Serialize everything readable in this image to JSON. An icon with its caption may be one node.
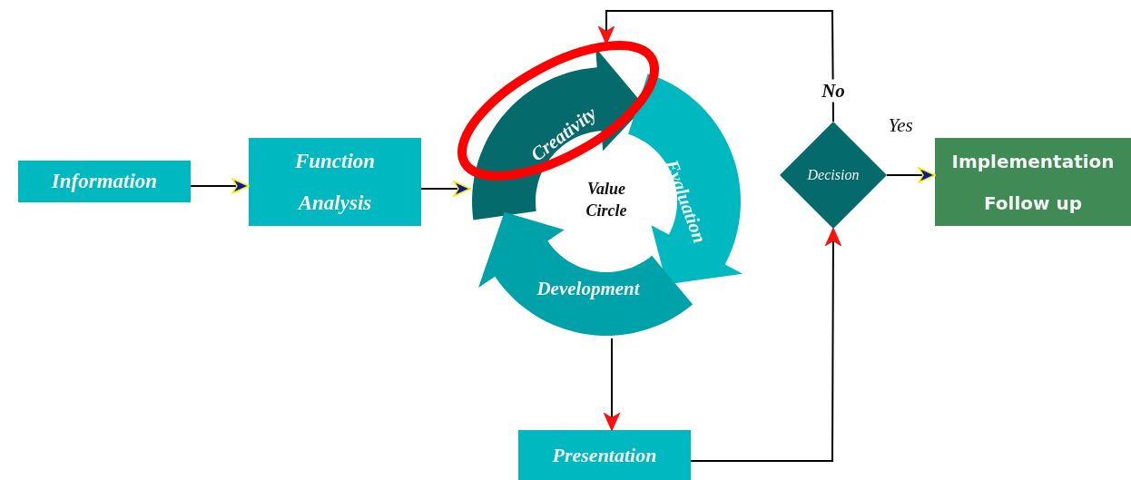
{
  "diagram": {
    "nodes": [
      {
        "text": [
          "Information"
        ]
      },
      {
        "text": [
          "Function Analysis"
        ]
      },
      {
        "text": [
          "Value Circle"
        ]
      },
      {
        "text": [
          "Creativity"
        ],
        "in": 2
      },
      {
        "text": [
          "Evaluation"
        ],
        "in": 2
      },
      {
        "text": [
          "Development"
        ],
        "in": 2
      },
      {
        "text": [
          "Decision"
        ]
      },
      {
        "text": [
          "Implementation Follow up"
        ]
      },
      {
        "text": [
          "Presentation"
        ]
      }
    ],
    "edges": [
      {
        "from": 0,
        "to": 1,
        "arrow": "to"
      },
      {
        "from": 1,
        "to": 2,
        "arrow": "to"
      },
      {
        "from": 2,
        "to": 8,
        "arrow": "to"
      },
      {
        "from": 8,
        "to": 6,
        "arrow": "to"
      },
      {
        "from": 6,
        "to": 2,
        "arrow": "to",
        "label": "No"
      },
      {
        "from": 6,
        "to": 7,
        "arrow": "to",
        "label": "Yes"
      }
    ]
  }
}
